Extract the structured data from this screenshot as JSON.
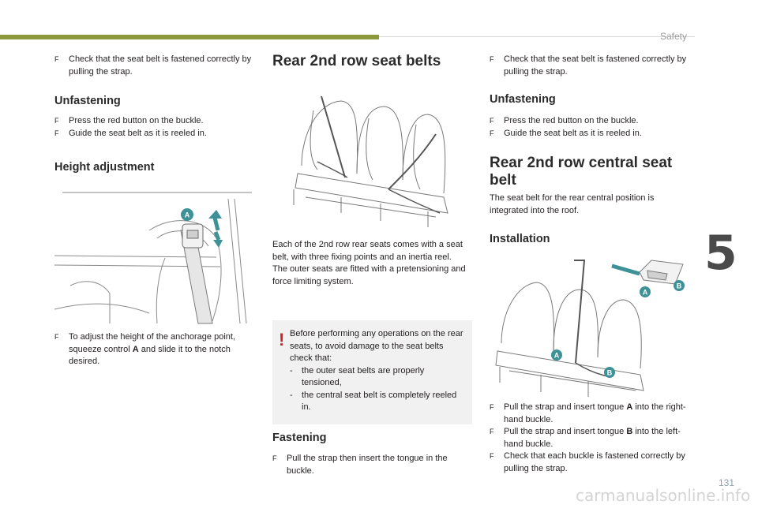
{
  "header": {
    "section": "Safety",
    "chapter": "5",
    "page_number": "131"
  },
  "left_column": {
    "intro_bullet": "Check that the seat belt is fastened correctly by pulling the strap.",
    "unfastening": {
      "title": "Unfastening",
      "bullets": [
        "Press the red button on the buckle.",
        "Guide the seat belt as it is reeled in."
      ]
    },
    "height_adjustment": {
      "title": "Height adjustment",
      "label_a": "A",
      "bullet_pre": "To adjust the height of the anchorage point, squeeze control ",
      "bullet_bold": "A",
      "bullet_post": " and slide it to the notch desired."
    }
  },
  "middle_column": {
    "title": "Rear 2nd row seat belts",
    "para1": "Each of the 2nd row rear seats comes with a seat belt, with three fixing points and an inertia reel.",
    "para2": "The outer seats are fitted with a pretensioning and force limiting system.",
    "warning": {
      "intro": "Before performing any operations on the rear seats, to avoid damage to the seat belts check that:",
      "items": [
        "the outer seat belts are properly tensioned,",
        "the central seat belt is completely reeled in."
      ]
    },
    "fastening": {
      "title": "Fastening",
      "bullet": "Pull the strap then insert the tongue in the buckle."
    }
  },
  "right_column": {
    "intro_bullet": "Check that the seat belt is fastened correctly by pulling the strap.",
    "unfastening": {
      "title": "Unfastening",
      "bullets": [
        "Press the red button on the buckle.",
        "Guide the seat belt as it is reeled in."
      ]
    },
    "central": {
      "title": "Rear 2nd row central seat belt",
      "text": "The seat belt for the rear central position is integrated into the roof."
    },
    "installation": {
      "title": "Installation",
      "label_a": "A",
      "label_b": "B",
      "b1_pre": "Pull the strap and insert tongue ",
      "b1_bold": "A",
      "b1_post": " into the right-hand buckle.",
      "b2_pre": "Pull the strap and insert tongue ",
      "b2_bold": "B",
      "b2_post": " into the left-hand buckle.",
      "b3": "Check that each buckle is fastened correctly by pulling the strap."
    }
  },
  "bullet_marker": "F",
  "watermark": "carmanualsonline.info",
  "colors": {
    "accent_bar": "#8d9a3c",
    "teal": "#3e9196",
    "warning_red": "#d32027",
    "warning_bg": "#f1f1f1"
  }
}
